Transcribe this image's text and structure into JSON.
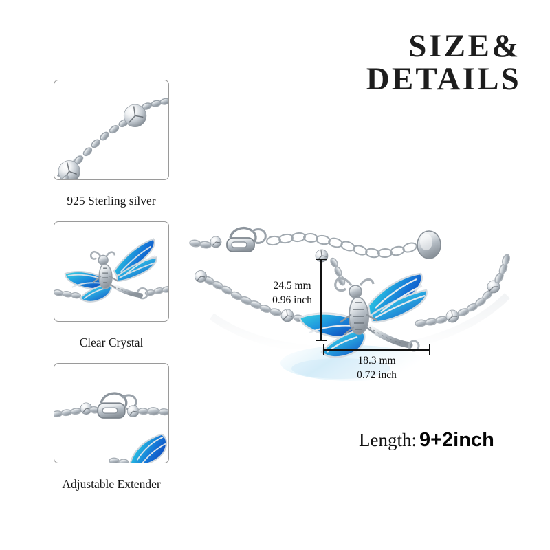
{
  "title": {
    "line1": "SIZE&",
    "line2": "DETAILS"
  },
  "thumbnails": [
    {
      "caption": "925 Sterling silver",
      "icon": "chain-with-beads-icon"
    },
    {
      "caption": "Clear Crystal",
      "icon": "dragonfly-charm-icon"
    },
    {
      "caption": "Adjustable Extender",
      "icon": "lobster-clasp-extender-icon"
    }
  ],
  "dimensions": {
    "height": {
      "mm": "24.5 mm",
      "inch": "0.96 inch"
    },
    "width": {
      "mm": "18.3 mm",
      "inch": "0.72 inch"
    }
  },
  "length": {
    "label": "Length:",
    "value": "9+2inch"
  },
  "colors": {
    "wing_light": "#3fd3e0",
    "wing_mid": "#1f9ada",
    "wing_deep": "#1358c8",
    "silver_light": "#f2f4f6",
    "silver_mid": "#c2c8cf",
    "silver_dark": "#7c848d",
    "border": "#9a9a9a",
    "text": "#111111",
    "background": "#ffffff"
  }
}
